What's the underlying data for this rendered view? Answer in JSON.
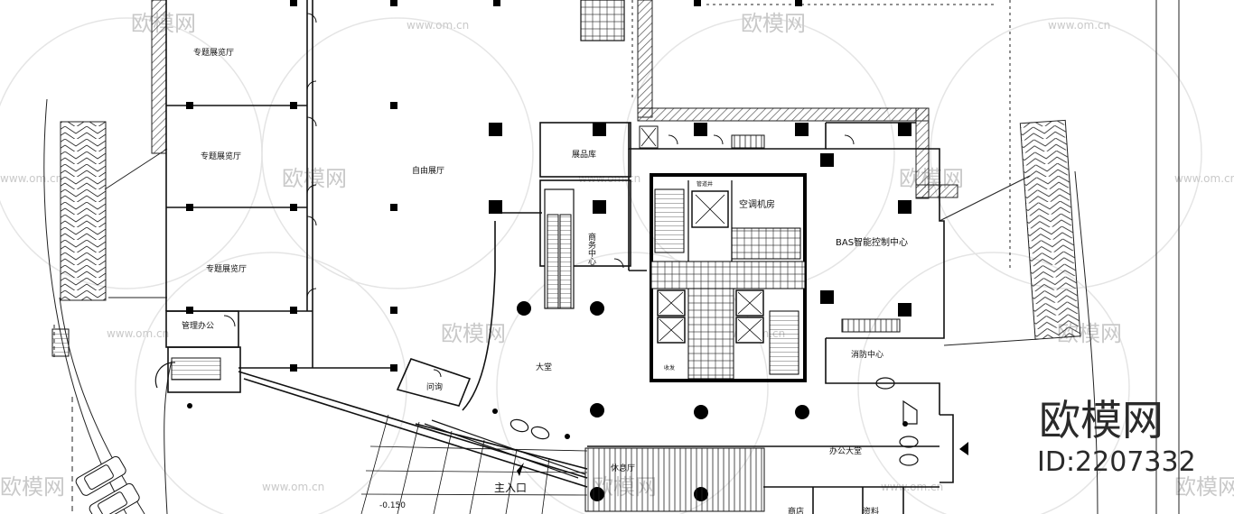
{
  "rooms": {
    "exhibit_hall_1": "专题展览厅",
    "exhibit_hall_2": "专题展览厅",
    "exhibit_hall_3": "专题展览厅",
    "free_hall": "自由展厅",
    "exhibition_storage": "展品库",
    "business_center": "商务中心",
    "hvac_room": "空调机房",
    "bas_center": "BAS智能控制中心",
    "fire_center": "消防中心",
    "management_office": "管理办公",
    "lobby": "大堂",
    "reception": "问询",
    "main_entrance": "主入口",
    "lounge": "休息厅",
    "office_lobby": "办公大堂",
    "shop": "商店",
    "materials": "资料",
    "small_room": "收发",
    "pipe_well": "管道井",
    "elevation": "-0.150"
  },
  "watermark": {
    "brand": "欧模网",
    "site": "www.om.cn",
    "id": "ID:2207332"
  },
  "colors": {
    "wall": "#000000",
    "hatch": "#555555",
    "watermark": "#c9c9c9"
  }
}
